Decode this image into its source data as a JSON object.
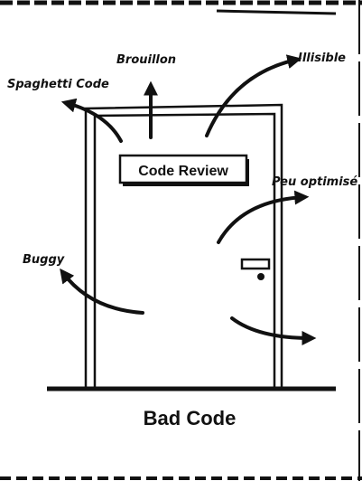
{
  "sign": {
    "text": "Code Review"
  },
  "caption": {
    "text": "Bad Code"
  },
  "labels": {
    "spaghetti": "Spaghetti Code",
    "brouillon": "Brouillon",
    "illisible": "Illisible",
    "peu_optimise": "Peu optimisé",
    "buggy": "Buggy"
  },
  "colors": {
    "ink": "#111111",
    "background": "#ffffff"
  }
}
